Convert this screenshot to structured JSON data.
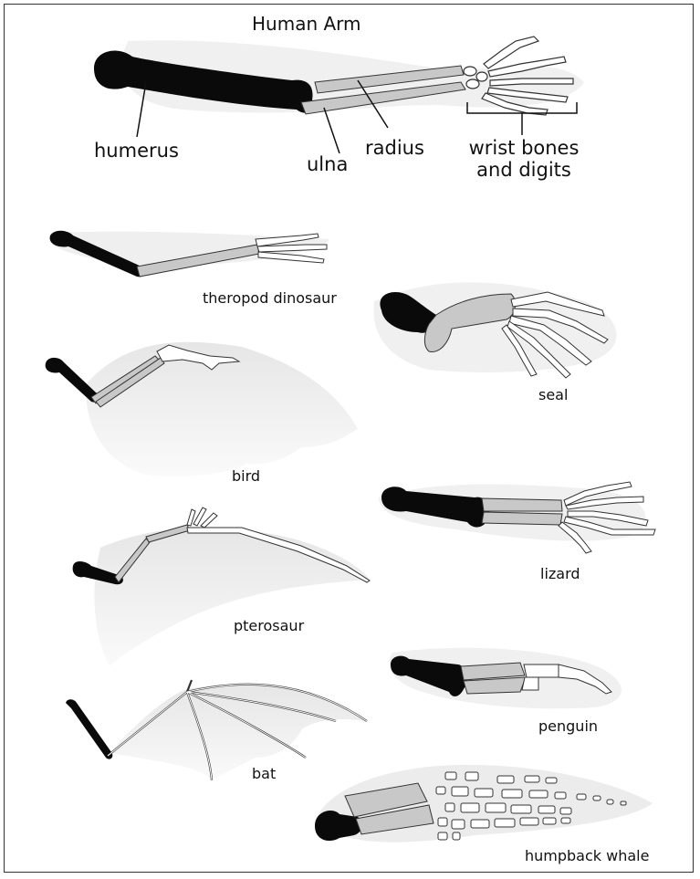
{
  "title": "Human Arm",
  "human_labels": {
    "humerus": "humerus",
    "ulna": "ulna",
    "radius": "radius",
    "wrist_line1": "wrist bones",
    "wrist_line2": "and digits"
  },
  "animals": {
    "theropod": "theropod dinosaur",
    "bird": "bird",
    "pterosaur": "pterosaur",
    "bat": "bat",
    "seal": "seal",
    "lizard": "lizard",
    "penguin": "penguin",
    "whale": "humpback whale"
  },
  "colors": {
    "humerus_fill": "#0a0a0a",
    "forearm_fill": "#c8c8c8",
    "digit_fill": "#ffffff",
    "outline": "#333333",
    "body_shadow": "#eeeeee"
  }
}
